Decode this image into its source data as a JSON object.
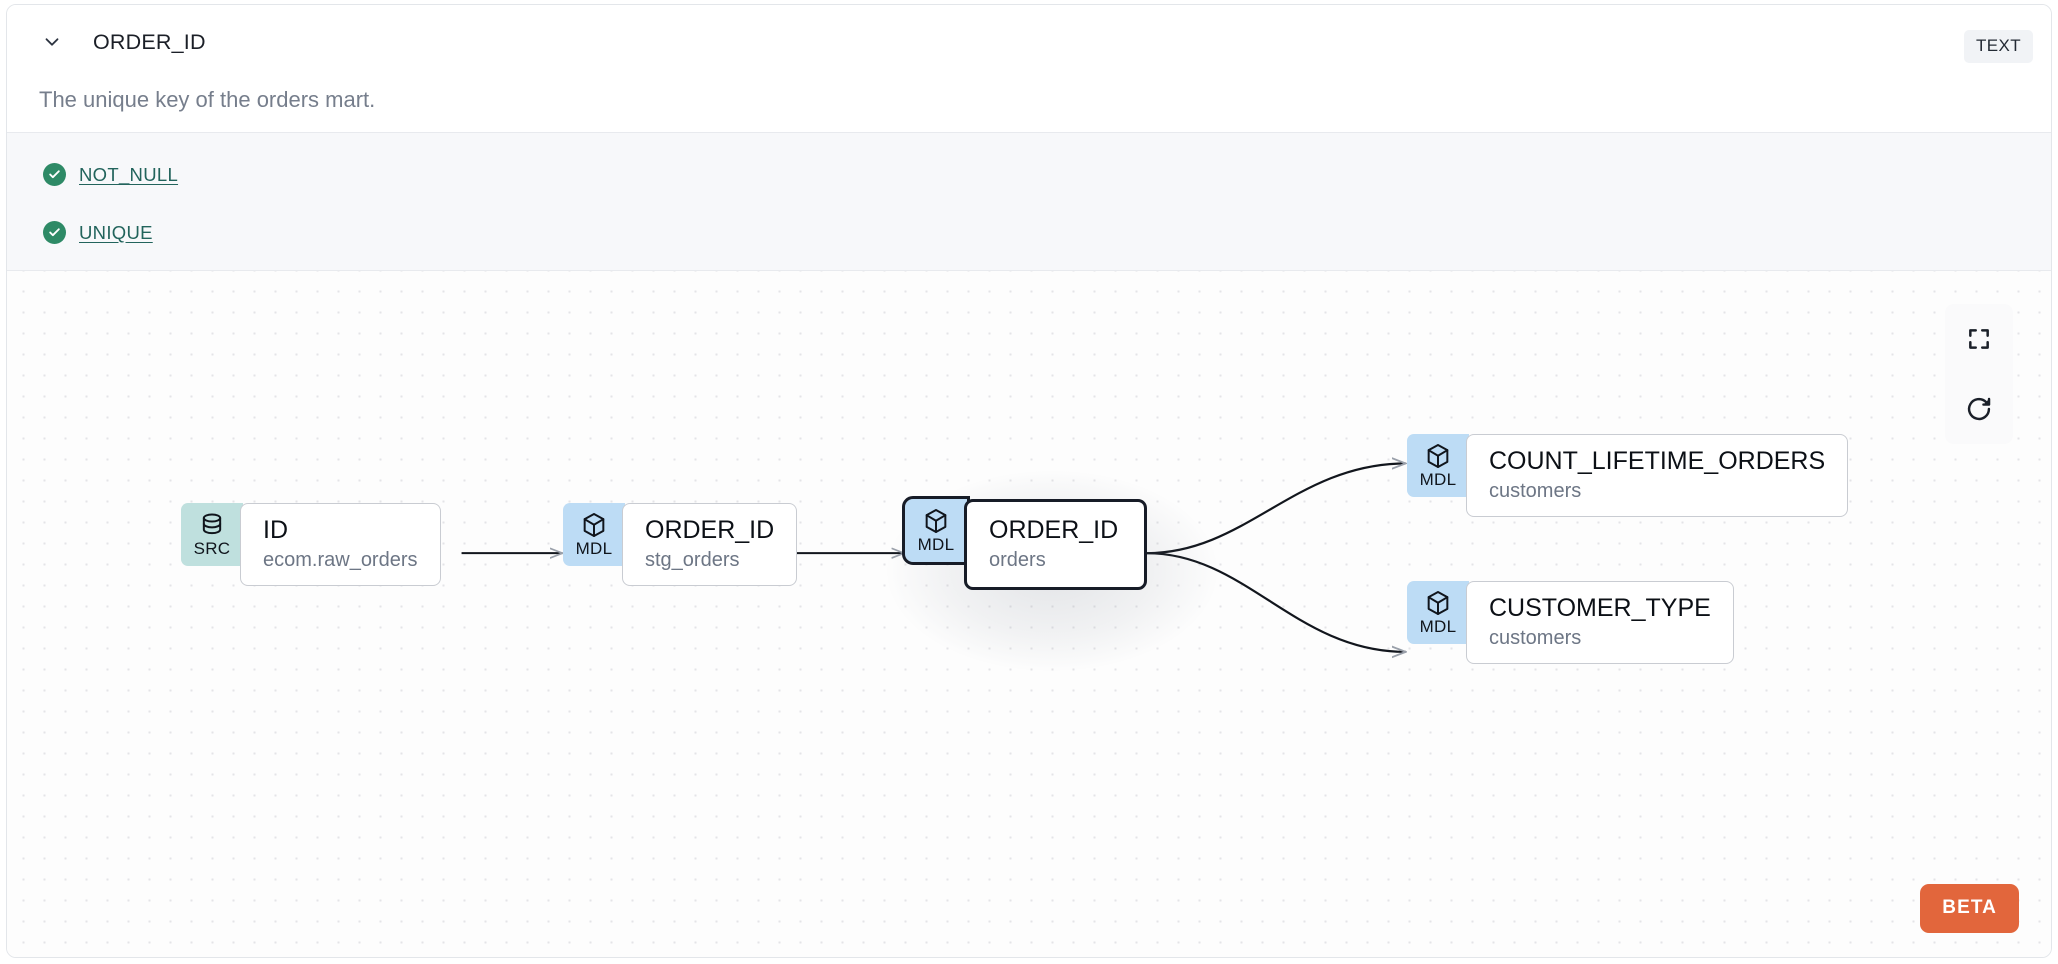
{
  "header": {
    "collapse_icon": "chevron-down-icon",
    "title": "ORDER_ID",
    "type_badge": "TEXT",
    "description": "The unique key of the orders mart."
  },
  "tests": {
    "items": [
      {
        "icon": "check-circle-icon",
        "label": "NOT_NULL",
        "status": "passed"
      },
      {
        "icon": "check-circle-icon",
        "label": "UNIQUE",
        "status": "passed"
      }
    ]
  },
  "lineage": {
    "nodes": [
      {
        "id": "src-id",
        "badge": "SRC",
        "badge_icon": "database-icon",
        "name": "ID",
        "sub": "ecom.raw_orders",
        "selected": false
      },
      {
        "id": "mdl-stg-orders",
        "badge": "MDL",
        "badge_icon": "cube-icon",
        "name": "ORDER_ID",
        "sub": "stg_orders",
        "selected": false
      },
      {
        "id": "mdl-orders",
        "badge": "MDL",
        "badge_icon": "cube-icon",
        "name": "ORDER_ID",
        "sub": "orders",
        "selected": true
      },
      {
        "id": "mdl-count-lifetime-orders",
        "badge": "MDL",
        "badge_icon": "cube-icon",
        "name": "COUNT_LIFETIME_ORDERS",
        "sub": "customers",
        "selected": false
      },
      {
        "id": "mdl-customer-type",
        "badge": "MDL",
        "badge_icon": "cube-icon",
        "name": "CUSTOMER_TYPE",
        "sub": "customers",
        "selected": false
      }
    ],
    "controls": [
      {
        "id": "fit-view",
        "icon": "fit-view-icon"
      },
      {
        "id": "refresh",
        "icon": "refresh-icon"
      }
    ],
    "beta_badge": "BETA"
  },
  "colors": {
    "src_badge": "#bfe0de",
    "mdl_badge": "#bddcf5",
    "test_pass": "#2e8a66",
    "test_link": "#22645c",
    "beta": "#e2663c",
    "selected_border": "#171c27"
  }
}
